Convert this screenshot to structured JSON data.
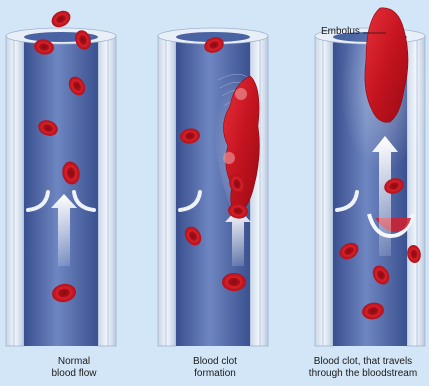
{
  "panels": [
    {
      "caption_line1": "Normal",
      "caption_line2": "blood flow"
    },
    {
      "caption_line1": "Blood clot",
      "caption_line2": "formation"
    },
    {
      "caption_line1": "Blood clot, that travels",
      "caption_line2": "through the bloodstream"
    }
  ],
  "annotation": {
    "embolus": "Embolus"
  },
  "colors": {
    "background": "#d3e6f7",
    "vessel_lumen": "#4d67a8",
    "vessel_wall": "#dce6f2",
    "blood_cell": "#d21420",
    "clot": "#c8121c",
    "arrow": "#ffffff"
  }
}
